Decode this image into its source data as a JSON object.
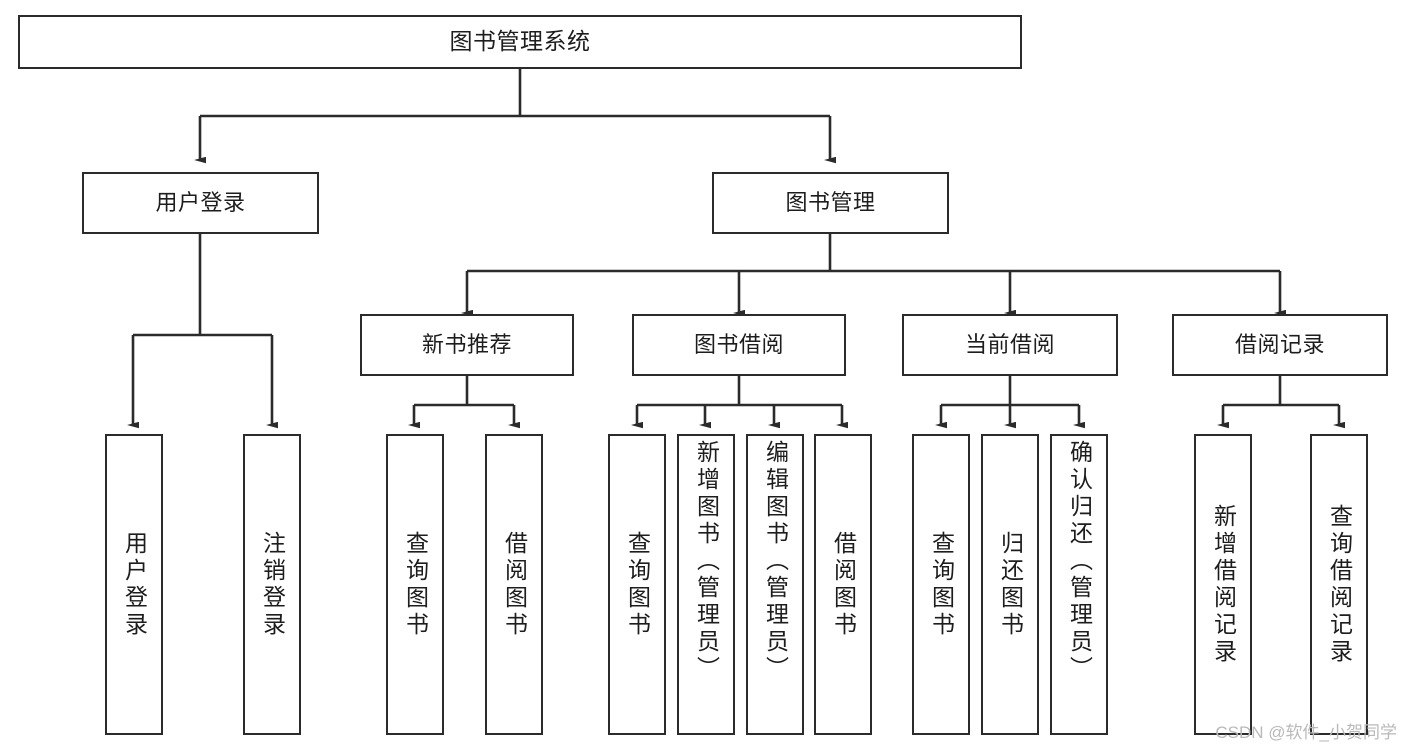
{
  "diagram": {
    "type": "tree-hierarchy-chart",
    "title": "图书管理系统",
    "colors": {
      "stroke": "#2b2b2b",
      "fill": "#ffffff",
      "text": "#1d1d1d",
      "watermark": "#b9b9b9"
    },
    "root": {
      "label": "图书管理系统"
    },
    "level1": [
      {
        "id": "user-login",
        "label": "用户登录"
      },
      {
        "id": "book-manage",
        "label": "图书管理"
      }
    ],
    "level2": [
      {
        "id": "new-book-recommend",
        "label": "新书推荐"
      },
      {
        "id": "book-borrow",
        "label": "图书借阅"
      },
      {
        "id": "current-borrow",
        "label": "当前借阅"
      },
      {
        "id": "borrow-record",
        "label": "借阅记录"
      }
    ],
    "leaves": {
      "user_login": [
        {
          "id": "leaf-user-login",
          "label": "用户登录"
        },
        {
          "id": "leaf-logout-login",
          "label": "注销登录"
        }
      ],
      "new_book_recommend": [
        {
          "id": "leaf-query-book-1",
          "label": "查询图书"
        },
        {
          "id": "leaf-borrow-book-1",
          "label": "借阅图书"
        }
      ],
      "book_borrow": [
        {
          "id": "leaf-query-book-2",
          "label": "查询图书"
        },
        {
          "id": "leaf-add-book-admin",
          "label": "新增图书（管理员）"
        },
        {
          "id": "leaf-edit-book-admin",
          "label": "编辑图书（管理员）"
        },
        {
          "id": "leaf-borrow-book-2",
          "label": "借阅图书"
        }
      ],
      "current_borrow": [
        {
          "id": "leaf-query-book-3",
          "label": "查询图书"
        },
        {
          "id": "leaf-return-book",
          "label": "归还图书"
        },
        {
          "id": "leaf-confirm-return-admin",
          "label": "确认归还（管理员）"
        }
      ],
      "borrow_record": [
        {
          "id": "leaf-add-borrow-record",
          "label": "新增借阅记录"
        },
        {
          "id": "leaf-query-borrow-record",
          "label": "查询借阅记录"
        }
      ]
    }
  },
  "watermark": {
    "text": "CSDN @软件_小贺同学"
  }
}
